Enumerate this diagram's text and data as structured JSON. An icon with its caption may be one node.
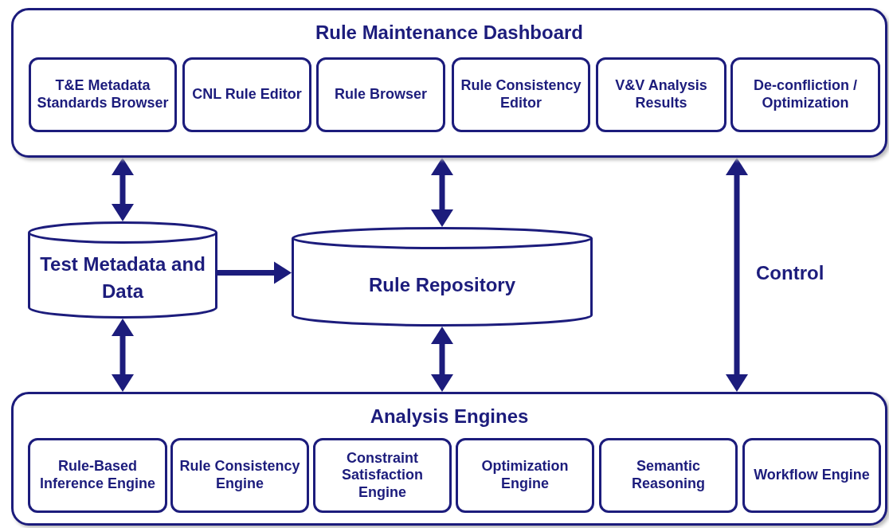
{
  "diagram": {
    "nodes": [
      {
        "text": [
          "Rule Maintenance Dashboard"
        ]
      },
      {
        "text": [
          "T&E Metadata Standards Browser"
        ],
        "in": 0
      },
      {
        "text": [
          "CNL Rule Editor"
        ],
        "in": 0
      },
      {
        "text": [
          "Rule Browser"
        ],
        "in": 0
      },
      {
        "text": [
          "Rule Consistency Editor"
        ],
        "in": 0
      },
      {
        "text": [
          "V&V Analysis Results"
        ],
        "in": 0
      },
      {
        "text": [
          "De-confliction / Optimization"
        ],
        "in": 0
      },
      {
        "text": [
          "Test Metadata and Data"
        ]
      },
      {
        "text": [
          "Rule Repository"
        ]
      },
      {
        "text": [
          "Analysis Engines"
        ]
      },
      {
        "text": [
          "Rule-Based Inference Engine"
        ],
        "in": 9
      },
      {
        "text": [
          "Rule Consistency Engine"
        ],
        "in": 9
      },
      {
        "text": [
          "Constraint Satisfaction Engine"
        ],
        "in": 9
      },
      {
        "text": [
          "Optimization Engine"
        ],
        "in": 9
      },
      {
        "text": [
          "Semantic Reasoning"
        ],
        "in": 9
      },
      {
        "text": [
          "Workflow Engine"
        ],
        "in": 9
      }
    ],
    "edges": [
      {
        "from": 0,
        "to": 7,
        "arrow": "both"
      },
      {
        "from": 0,
        "to": 8,
        "arrow": "both"
      },
      {
        "from": 7,
        "to": 8,
        "arrow": "to"
      },
      {
        "from": 7,
        "to": 9,
        "arrow": "both"
      },
      {
        "from": 8,
        "to": 9,
        "arrow": "both"
      },
      {
        "from": 0,
        "to": 9,
        "arrow": "both",
        "label": "Control"
      }
    ]
  }
}
